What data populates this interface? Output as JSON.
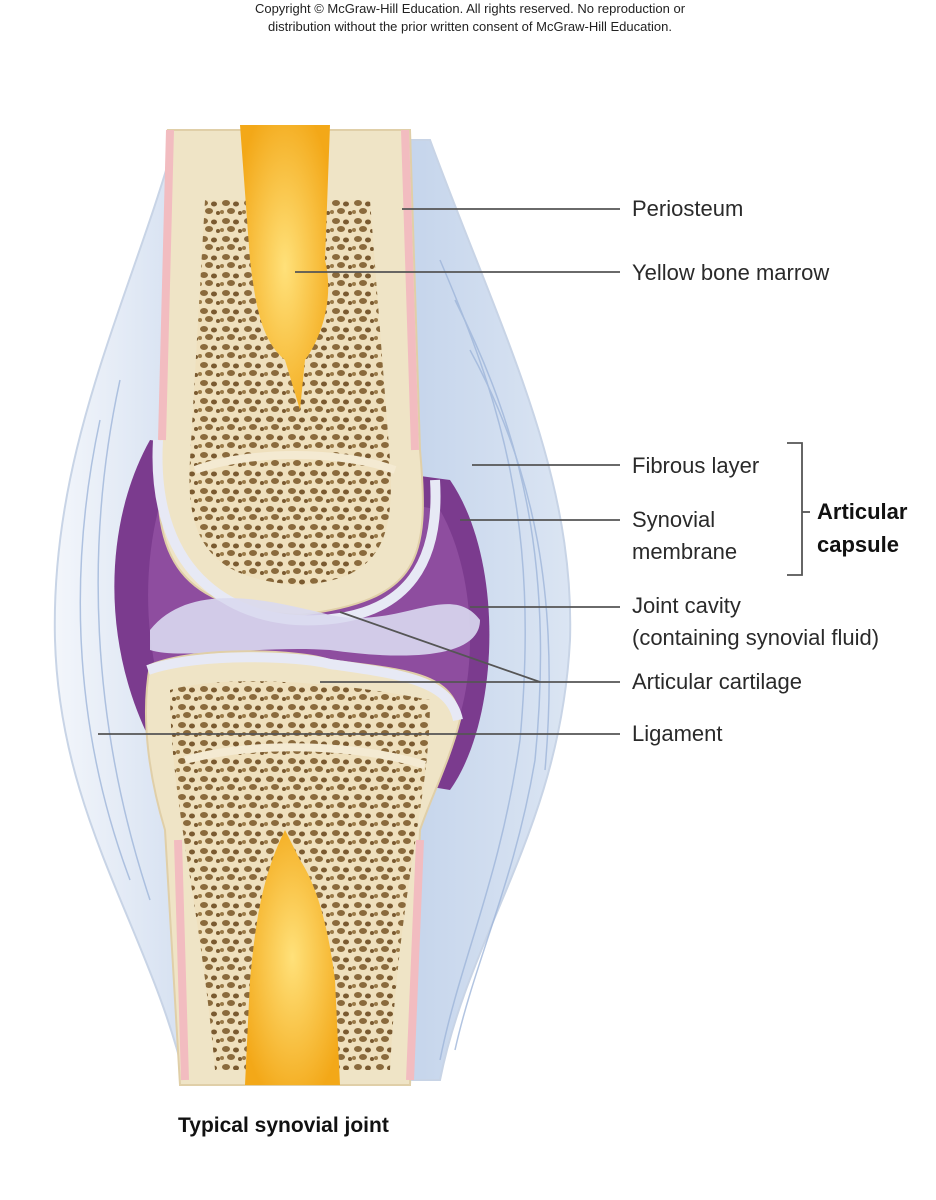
{
  "copyright": {
    "line1": "Copyright © McGraw-Hill Education.  All rights reserved. No reproduction or",
    "line2": "distribution without the prior written consent of McGraw-Hill Education."
  },
  "labels": {
    "periosteum": "Periosteum",
    "yellow_marrow": "Yellow bone marrow",
    "fibrous_layer": "Fibrous layer",
    "synovial_membrane_1": "Synovial",
    "synovial_membrane_2": "membrane",
    "articular_capsule_1": "Articular",
    "articular_capsule_2": "capsule",
    "joint_cavity_1": "Joint cavity",
    "joint_cavity_2": "(containing synovial fluid)",
    "articular_cartilage": "Articular cartilage",
    "ligament": "Ligament"
  },
  "caption": "Typical synovial joint",
  "colors": {
    "bone": "#efe4c6",
    "spongy": "#8a6a3c",
    "marrow": "#f5b52c",
    "periosteum": "#f2bcc0",
    "ligament": "#b9cbe6",
    "synovial": "#7b3b8e",
    "cartilage": "#e3e6f4",
    "leader": "#555555"
  }
}
